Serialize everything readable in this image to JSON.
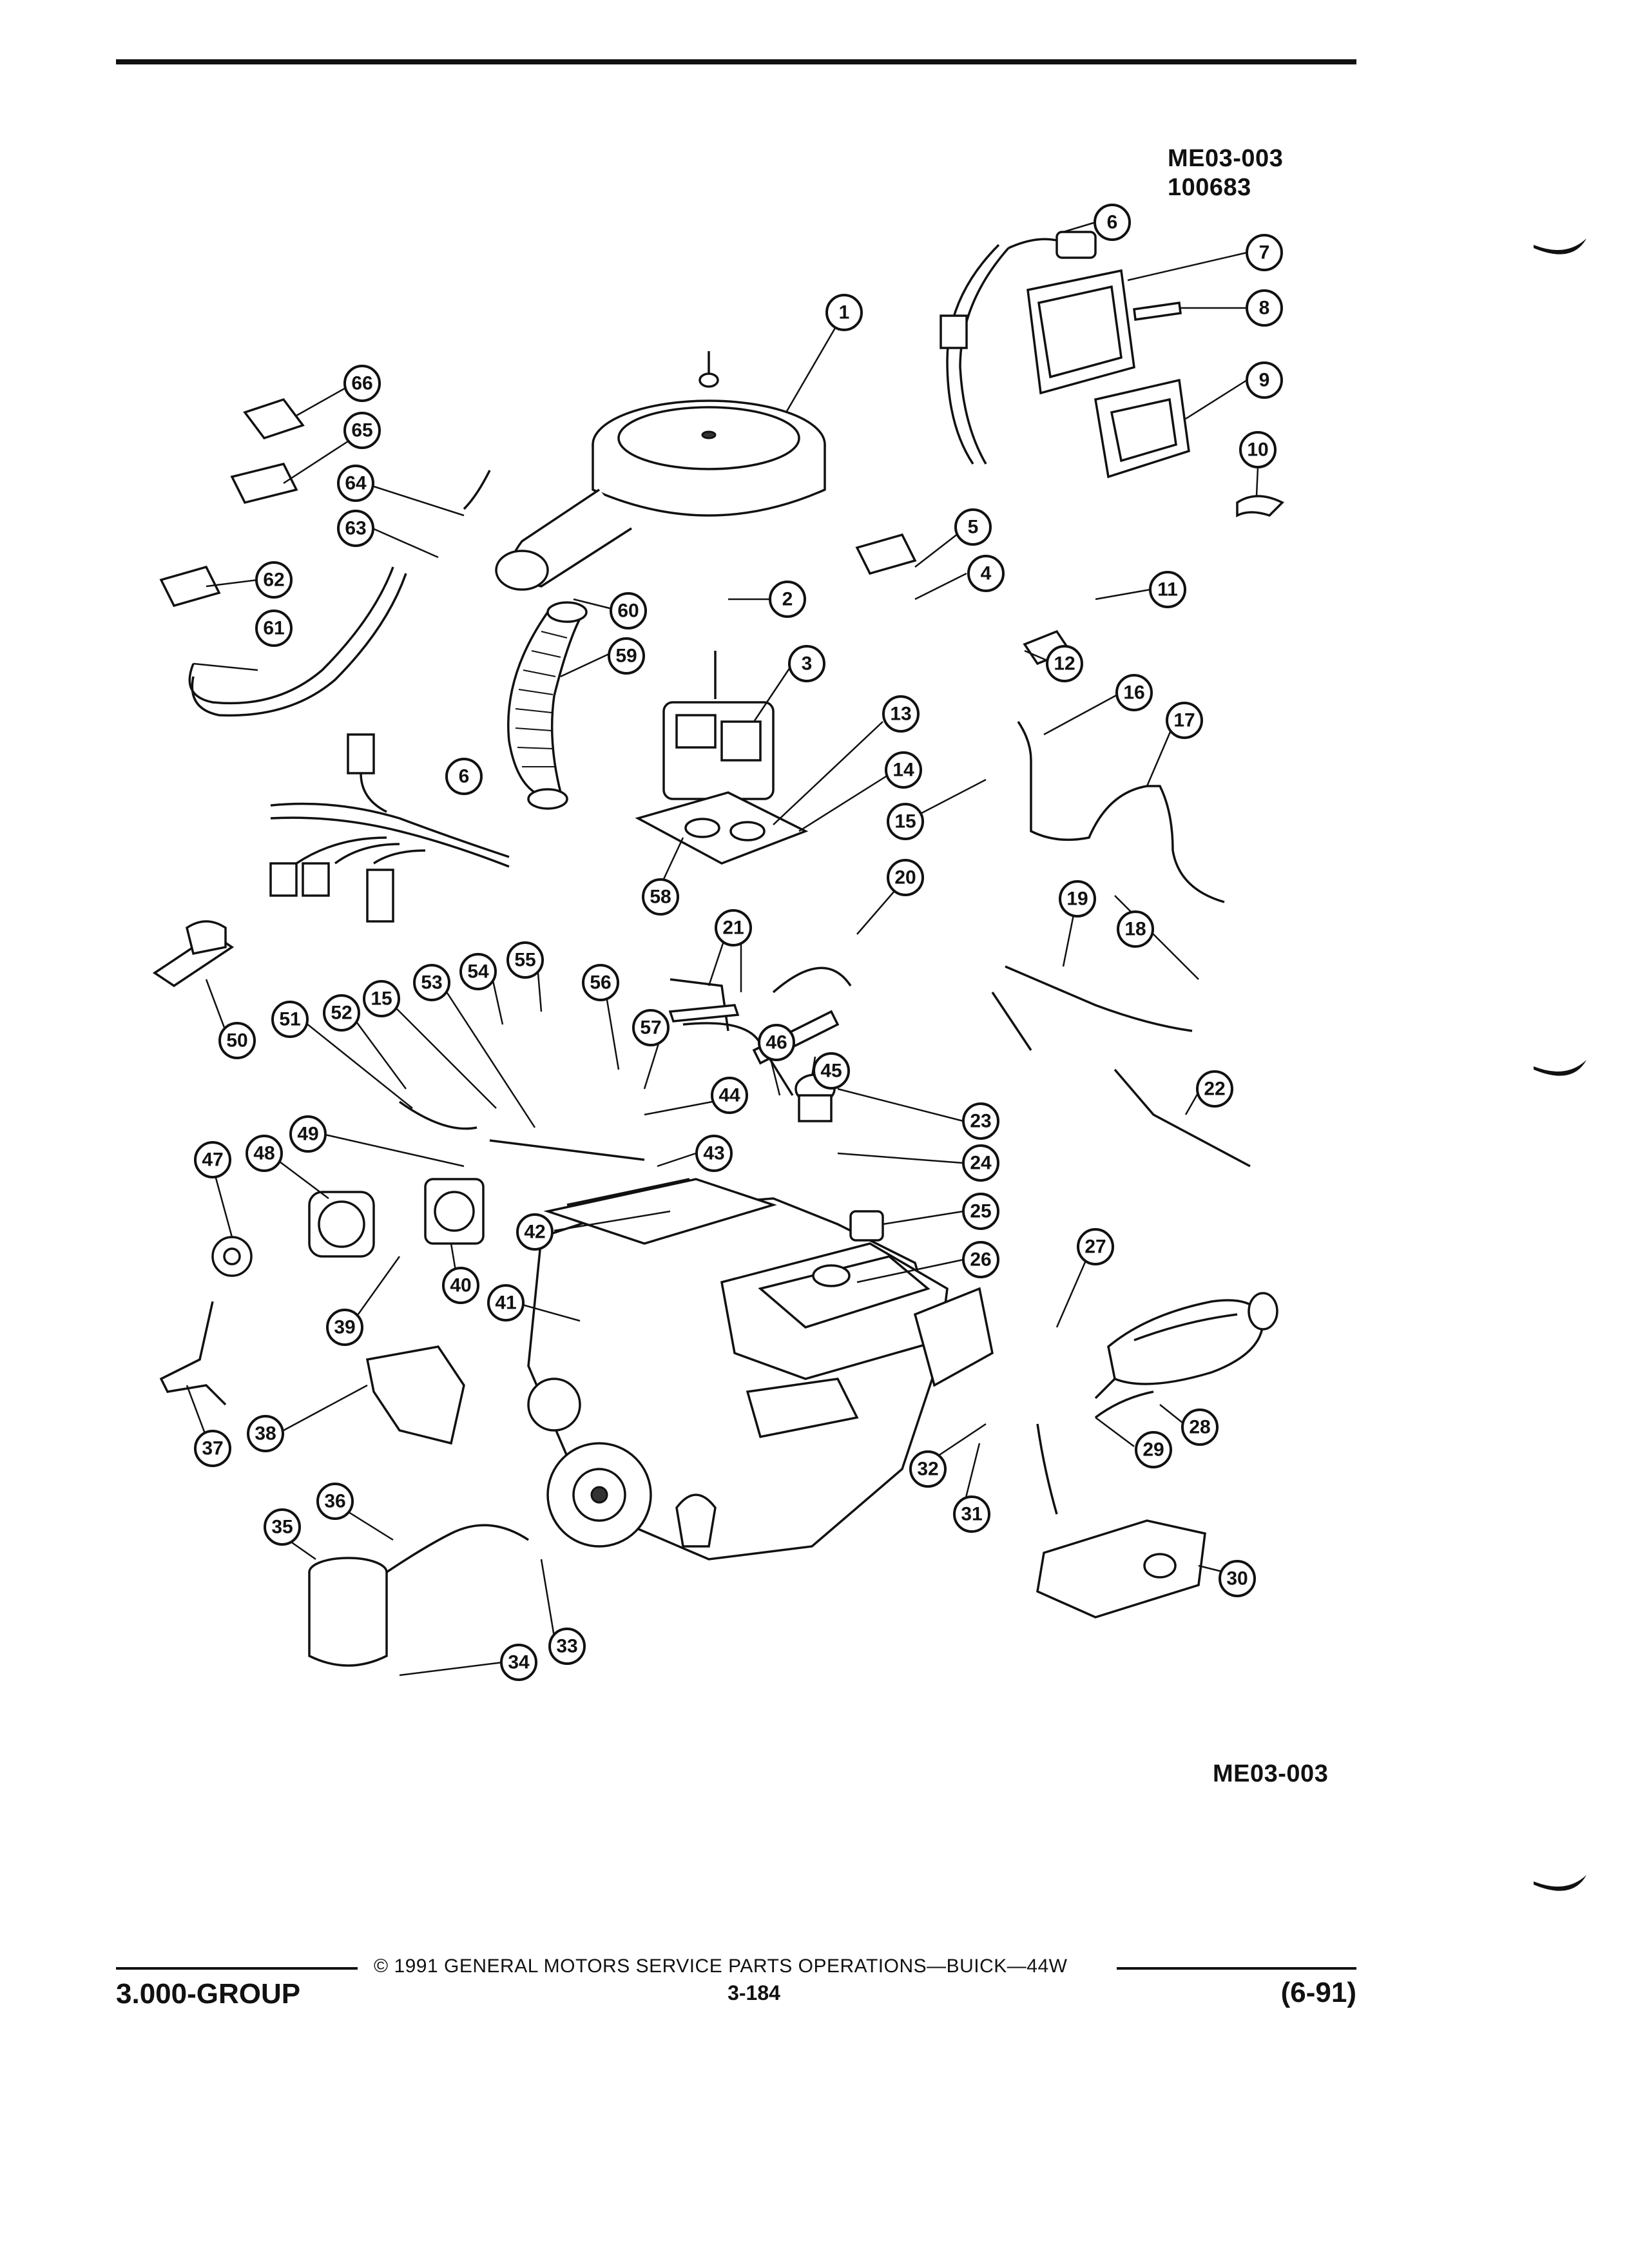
{
  "figure": {
    "code_top": "ME03-003",
    "number_top": "100683",
    "code_bottom": "ME03-003"
  },
  "callouts": [
    "1",
    "2",
    "3",
    "4",
    "5",
    "6",
    "7",
    "8",
    "9",
    "10",
    "11",
    "12",
    "13",
    "14",
    "15",
    "16",
    "17",
    "18",
    "19",
    "20",
    "21",
    "22",
    "23",
    "24",
    "25",
    "26",
    "27",
    "28",
    "29",
    "30",
    "31",
    "32",
    "33",
    "34",
    "35",
    "36",
    "37",
    "38",
    "39",
    "40",
    "41",
    "42",
    "43",
    "44",
    "45",
    "46",
    "47",
    "48",
    "49",
    "50",
    "51",
    "52",
    "53",
    "54",
    "55",
    "56",
    "57",
    "58",
    "59",
    "60",
    "61",
    "62",
    "63",
    "64",
    "65",
    "66"
  ],
  "footer": {
    "copyright": "© 1991 GENERAL MOTORS SERVICE PARTS OPERATIONS—BUICK—44W",
    "group": "3.000-GROUP",
    "page": "3-184",
    "date": "(6-91)"
  }
}
